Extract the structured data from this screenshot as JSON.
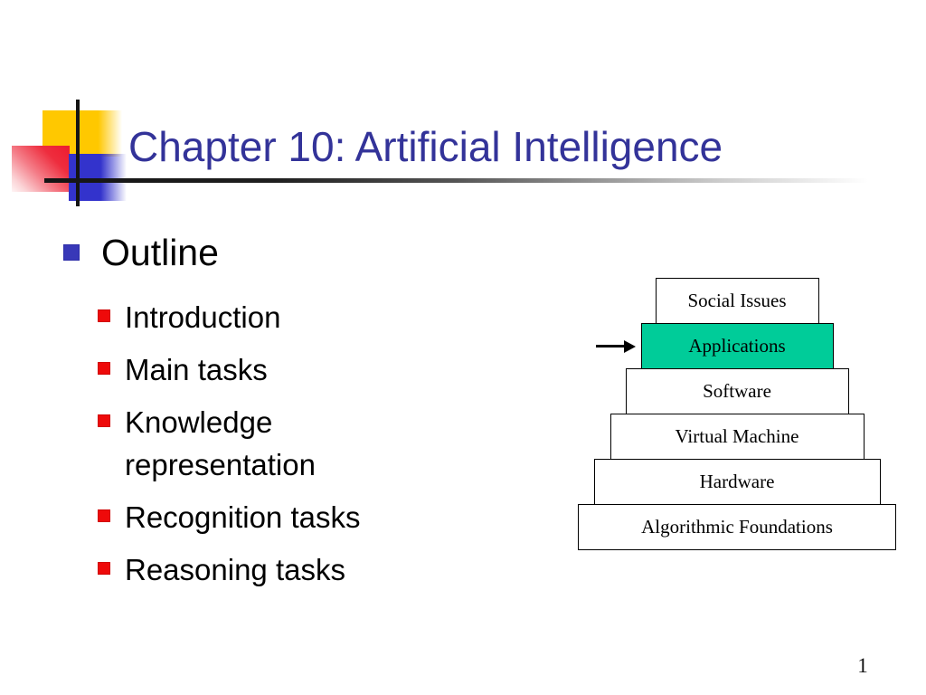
{
  "slide": {
    "title": "Chapter 10: Artificial Intelligence",
    "page_number": "1",
    "outline": {
      "heading": "Outline",
      "items": [
        "Introduction",
        "Main tasks",
        "Knowledge representation",
        "Recognition tasks",
        "Reasoning tasks"
      ]
    },
    "diagram": {
      "layers": [
        {
          "label": "Social Issues",
          "highlighted": false
        },
        {
          "label": "Applications",
          "highlighted": true
        },
        {
          "label": "Software",
          "highlighted": false
        },
        {
          "label": "Virtual Machine",
          "highlighted": false
        },
        {
          "label": "Hardware",
          "highlighted": false
        },
        {
          "label": "Algorithmic Foundations",
          "highlighted": false
        }
      ],
      "highlight_color": "#00CC99",
      "pointer_icon": "arrow-right"
    },
    "colors": {
      "title_text": "#333399",
      "body_text": "#000000",
      "heading_bullet": "#3838B8",
      "item_bullet": "#EE0A0A",
      "logo_yellow": "#FFC800",
      "logo_red": "#ED1B2F",
      "logo_blue": "#3333CC",
      "background": "#FFFFFF"
    }
  }
}
